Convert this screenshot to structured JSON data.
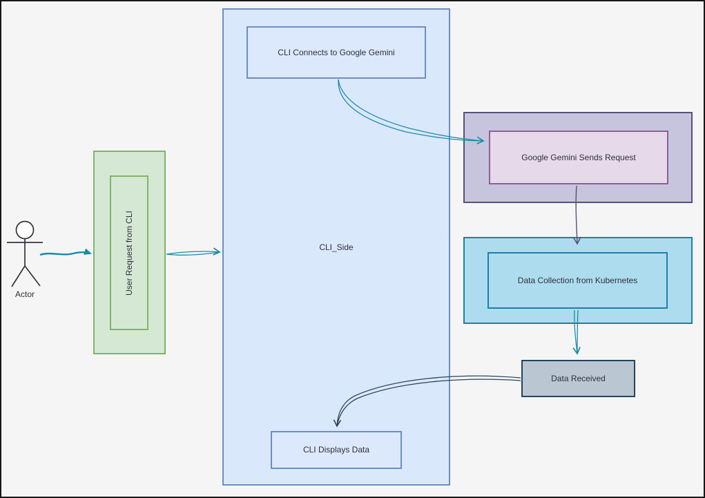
{
  "diagram": {
    "type": "flow-diagram",
    "nodes": {
      "actor": {
        "label": "Actor",
        "shape": "stick-figure"
      },
      "user_request": {
        "label": "User Request from CLI",
        "fill": "#d5e8d4",
        "stroke": "#82b366",
        "text_rotation": "vertical"
      },
      "cli_side": {
        "label": "CLI_Side",
        "fill": "#dae8fc",
        "stroke": "#6c8ebf"
      },
      "cli_connects": {
        "label": "CLI Connects to Google Gemini",
        "fill": "#dce9fc",
        "stroke": "#6c8ebf"
      },
      "cli_displays": {
        "label": "CLI Displays Data",
        "fill": "#dce9fc",
        "stroke": "#6c8ebf"
      },
      "gemini_request": {
        "label": "Google Gemini Sends Request",
        "fill": "#e6d9ea",
        "stroke": "#8c5f97",
        "container_fill": "#c7c5dd",
        "container_stroke": "#55507b"
      },
      "data_collection": {
        "label": "Data Collection from Kubernetes",
        "fill": "#addcef",
        "stroke": "#1d7fa8"
      },
      "data_received": {
        "label": "Data Received",
        "fill": "#bac7d2",
        "stroke": "#23445d"
      }
    },
    "edges": [
      {
        "from": "Actor",
        "to": "User Request from CLI",
        "style": "sketch-line",
        "arrowhead": "filled",
        "color": "#1c8aa8"
      },
      {
        "from": "User Request from CLI",
        "to": "CLI_Side",
        "style": "double-link",
        "arrowhead": "open",
        "color": "#1c8aa8"
      },
      {
        "from": "CLI Connects to Google Gemini",
        "to": "Google Gemini Sends Request",
        "style": "double-link",
        "arrowhead": "open",
        "color": "#1c8aa8"
      },
      {
        "from": "Google Gemini Sends Request",
        "to": "Data Collection from Kubernetes",
        "style": "line",
        "arrowhead": "open",
        "color": "#55507b"
      },
      {
        "from": "Data Collection from Kubernetes",
        "to": "Data Received",
        "style": "double-link",
        "arrowhead": "open",
        "color": "#1c8aa8"
      },
      {
        "from": "Data Received",
        "to": "CLI Displays Data",
        "style": "double-link",
        "arrowhead": "open",
        "color": "#29455c"
      }
    ],
    "colors": {
      "background": "#f5f5f6",
      "canvas_border": "#161616",
      "teal_arrow": "#1c8aa8",
      "purple_arrow": "#55507b",
      "slate_arrow": "#29455c"
    }
  }
}
